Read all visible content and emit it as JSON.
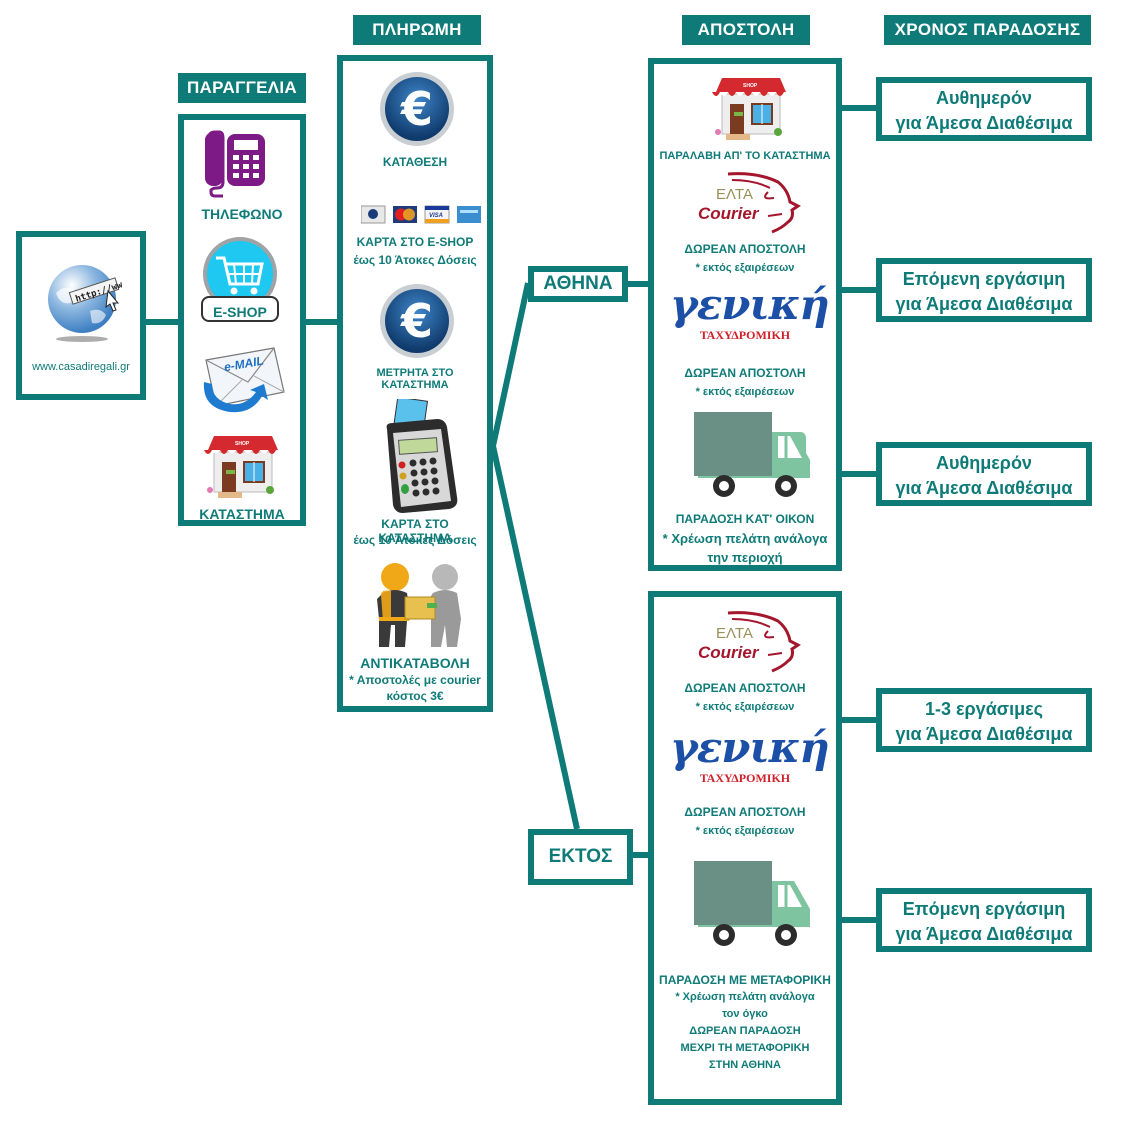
{
  "headers": {
    "order": "ΠΑΡΑΓΓΕΛΙΑ",
    "payment": "ΠΛΗΡΩΜΗ",
    "shipping": "ΑΠΟΣΤΟΛΗ",
    "delivery_time": "ΧΡΟΝΟΣ ΠΑΡΑΔΟΣΗΣ"
  },
  "website": {
    "icon": "globe-http-icon",
    "url": "www.casadiregali.gr"
  },
  "order_methods": [
    {
      "icon": "telephone-icon",
      "label": "ΤΗΛΕΦΩΝΟ"
    },
    {
      "icon": "eshop-cart-icon",
      "label": "E-SHOP"
    },
    {
      "icon": "email-envelope-icon",
      "label": "E-MAIL"
    },
    {
      "icon": "shop-storefront-icon",
      "label": "ΚΑΤΑΣΤΗΜΑ"
    }
  ],
  "payment_methods": [
    {
      "icon": "euro-coin-icon",
      "label": "ΚΑΤΑΘΕΣΗ",
      "note": ""
    },
    {
      "icon": "credit-cards-icon",
      "label": "ΚΑΡΤΑ ΣΤΟ E-SHOP",
      "note": "έως 10 Άτοκες Δόσεις"
    },
    {
      "icon": "euro-coin-icon",
      "label": "ΜΕΤΡΗΤΑ ΣΤΟ ΚΑΤΑΣΤΗΜΑ",
      "note": ""
    },
    {
      "icon": "card-terminal-icon",
      "label": "ΚΑΡΤΑ ΣΤΟ ΚΑΤΑΣΤΗΜΑ",
      "note": "έως 10 Άτοκες Δόσεις"
    },
    {
      "icon": "package-handover-icon",
      "label": "ΑΝΤΙΚΑΤΑΒΟΛΗ",
      "note": "* Αποστολές με courier",
      "note2": "κόστος 3€"
    }
  ],
  "card_logos": [
    "Diners",
    "MasterCard",
    "VISA",
    "Maestro"
  ],
  "regions": {
    "athens": "ΑΘΗΝΑ",
    "outside": "ΕΚΤΟΣ"
  },
  "athens_shipping": [
    {
      "icon": "shop-storefront-icon",
      "label": "ΠΑΡΑΛΑΒΗ ΑΠ' ΤΟ ΚΑΤΑΣΤΗΜΑ",
      "notes": []
    },
    {
      "icon": "elta-courier-logo",
      "logo_top": "ΕΛΤΑ",
      "logo_bottom": "Courier",
      "label": "ΔΩΡΕΑΝ ΑΠΟΣΤΟΛΗ",
      "notes": [
        "* εκτός εξαιρέσεων"
      ]
    },
    {
      "icon": "geniki-taxydromiki-logo",
      "logo_top": "γενική",
      "logo_bottom": "ΤΑΧΥΔΡΟΜΙΚΗ",
      "label": "ΔΩΡΕΑΝ ΑΠΟΣΤΟΛΗ",
      "notes": [
        "* εκτός εξαιρέσεων"
      ]
    },
    {
      "icon": "delivery-truck-icon",
      "label": "ΠΑΡΑΔΟΣΗ ΚΑΤ' ΟΙΚΟΝ",
      "notes": [
        "* Χρέωση πελάτη ανάλογα",
        "την περιοχή"
      ]
    }
  ],
  "outside_shipping": [
    {
      "icon": "elta-courier-logo",
      "logo_top": "ΕΛΤΑ",
      "logo_bottom": "Courier",
      "label": "ΔΩΡΕΑΝ ΑΠΟΣΤΟΛΗ",
      "notes": [
        "* εκτός εξαιρέσεων"
      ]
    },
    {
      "icon": "geniki-taxydromiki-logo",
      "logo_top": "γενική",
      "logo_bottom": "ΤΑΧΥΔΡΟΜΙΚΗ",
      "label": "ΔΩΡΕΑΝ ΑΠΟΣΤΟΛΗ",
      "notes": [
        "* εκτός εξαιρέσεων"
      ]
    },
    {
      "icon": "delivery-truck-icon",
      "label": "ΠΑΡΑΔΟΣΗ ΜΕ ΜΕΤΑΦΟΡΙΚΗ",
      "notes": [
        "* Χρέωση πελάτη ανάλογα",
        "τον όγκο",
        "ΔΩΡΕΑΝ ΠΑΡΑΔΟΣΗ",
        "ΜΕΧΡΙ ΤΗ ΜΕΤΑΦΟΡΙΚΗ",
        "ΣΤΗΝ ΑΘΗΝΑ"
      ]
    }
  ],
  "delivery_times": [
    {
      "line1": "Αυθημερόν",
      "line2": "για Άμεσα Διαθέσιμα"
    },
    {
      "line1": "Επόμενη εργάσιμη",
      "line2": "για Άμεσα Διαθέσιμα"
    },
    {
      "line1": "Αυθημερόν",
      "line2": "για Άμεσα Διαθέσιμα"
    },
    {
      "line1": "1-3 εργάσιμες",
      "line2": "για Άμεσα Διαθέσιμα"
    },
    {
      "line1": "Επόμενη εργάσιμη",
      "line2": "για Άμεσα Διαθέσιμα"
    }
  ],
  "colors": {
    "teal": "#0f7b78",
    "white": "#ffffff",
    "phone_purple": "#7d1a86",
    "cart_cyan": "#1ec8f0",
    "elta_red": "#a4162c",
    "geniki_blue": "#1c4fa6",
    "truck_box": "#6a8f85",
    "truck_cab": "#7fc4a0"
  }
}
